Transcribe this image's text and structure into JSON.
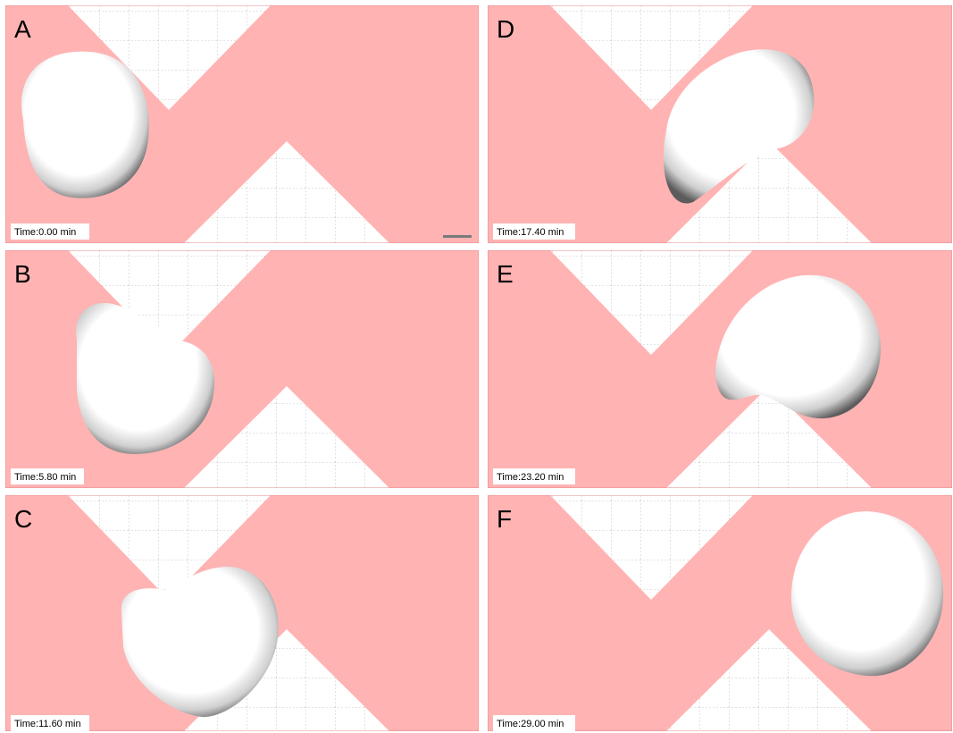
{
  "colors": {
    "channel": "#ffb3b3",
    "channel_edge": "#e88a8a",
    "grid": "#b8b8b8",
    "background": "#ffffff",
    "cell_edge": "#5a5a5a",
    "scale_bar": "#7a7a7a"
  },
  "panels": [
    {
      "label": "A",
      "time": "Time:0.00 min"
    },
    {
      "label": "B",
      "time": "Time:5.80 min"
    },
    {
      "label": "C",
      "time": "Time:11.60 min"
    },
    {
      "label": "D",
      "time": "Time:17.40 min"
    },
    {
      "label": "E",
      "time": "Time:23.20 min"
    },
    {
      "label": "F",
      "time": "Time:29.00 min"
    }
  ]
}
